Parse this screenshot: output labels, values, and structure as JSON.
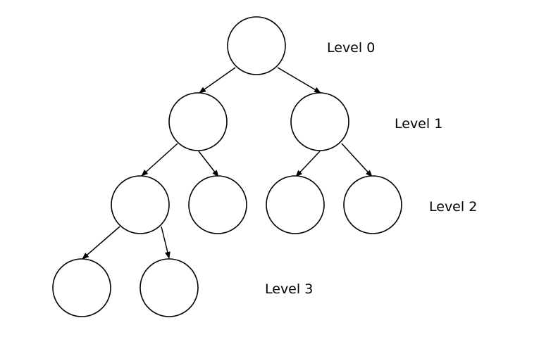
{
  "diagram": {
    "levels": [
      {
        "label": "Level 0"
      },
      {
        "label": "Level 1"
      },
      {
        "label": "Level 2"
      },
      {
        "label": "Level 3"
      }
    ],
    "colors": {
      "stroke": "#000000",
      "fill": "#ffffff",
      "background": "#ffffff"
    }
  }
}
